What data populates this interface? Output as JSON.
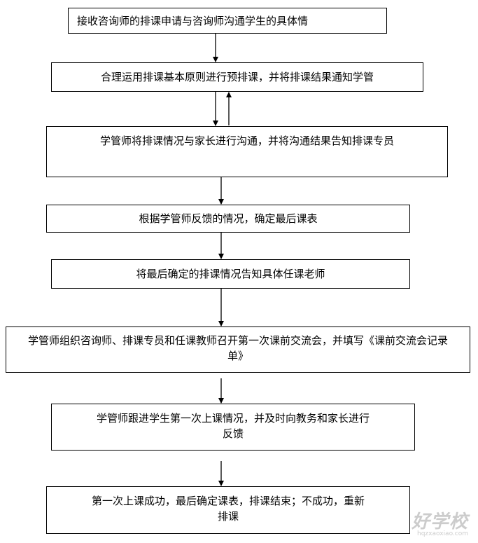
{
  "flow": {
    "steps": [
      "接收咨询师的排课申请与咨询师沟通学生的具体情",
      "合理运用排课基本原则进行预排课，并将排课结果通知学管",
      "学管师将排课情况与家长进行沟通，并将沟通结果告知排课专员",
      "根据学管师反馈的情况，确定最后课表",
      "将最后确定的排课情况告知具体任课老师",
      "学管师组织咨询师、排课专员和任课教师召开第一次课前交流会，并填写《课前交流会记录单》",
      "学管师跟进学生第一次上课情况，并及时向教务和家长进行反馈",
      "第一次上课成功，最后确定课表，排课结束；不成功，重新排课"
    ]
  },
  "watermark": {
    "text": "好学校",
    "url": "hqzxaoxiao.com"
  }
}
